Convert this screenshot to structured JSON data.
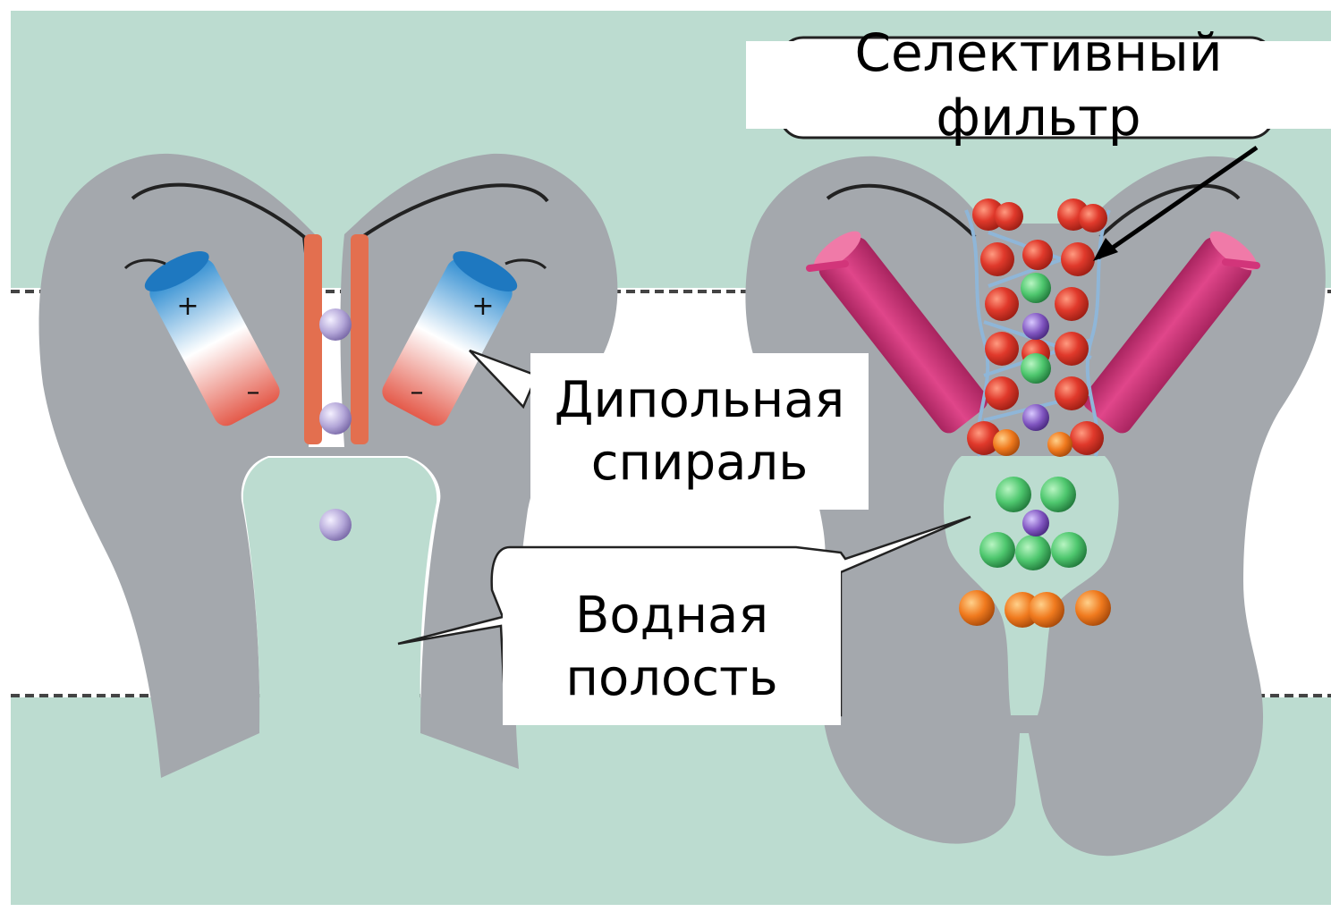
{
  "labels": {
    "selective_filter": "Селективный фильтр",
    "dipole_helix_line1": "Дипольная",
    "dipole_helix_line2": "спираль",
    "water_cavity_line1": "Водная",
    "water_cavity_line2": "полость"
  },
  "helix_charges": {
    "positive": "+",
    "negative": "–"
  },
  "colors": {
    "background_water": "#bcdcd0",
    "membrane": "#ffffff",
    "protein": "#a4a8ad",
    "water_cavity": "#bcdcd0",
    "ion_purple": "#b3a6d8",
    "helix_positive": "#2a8ad0",
    "helix_negative": "#e45a4a",
    "pore_helix_strip": "#e36f4f",
    "magenta_helix": "#d2357a",
    "oxygen_atom": "#e0392b",
    "green_atom": "#4ec76e",
    "purple_ion": "#8055c0",
    "orange_atom": "#f07a1e"
  }
}
